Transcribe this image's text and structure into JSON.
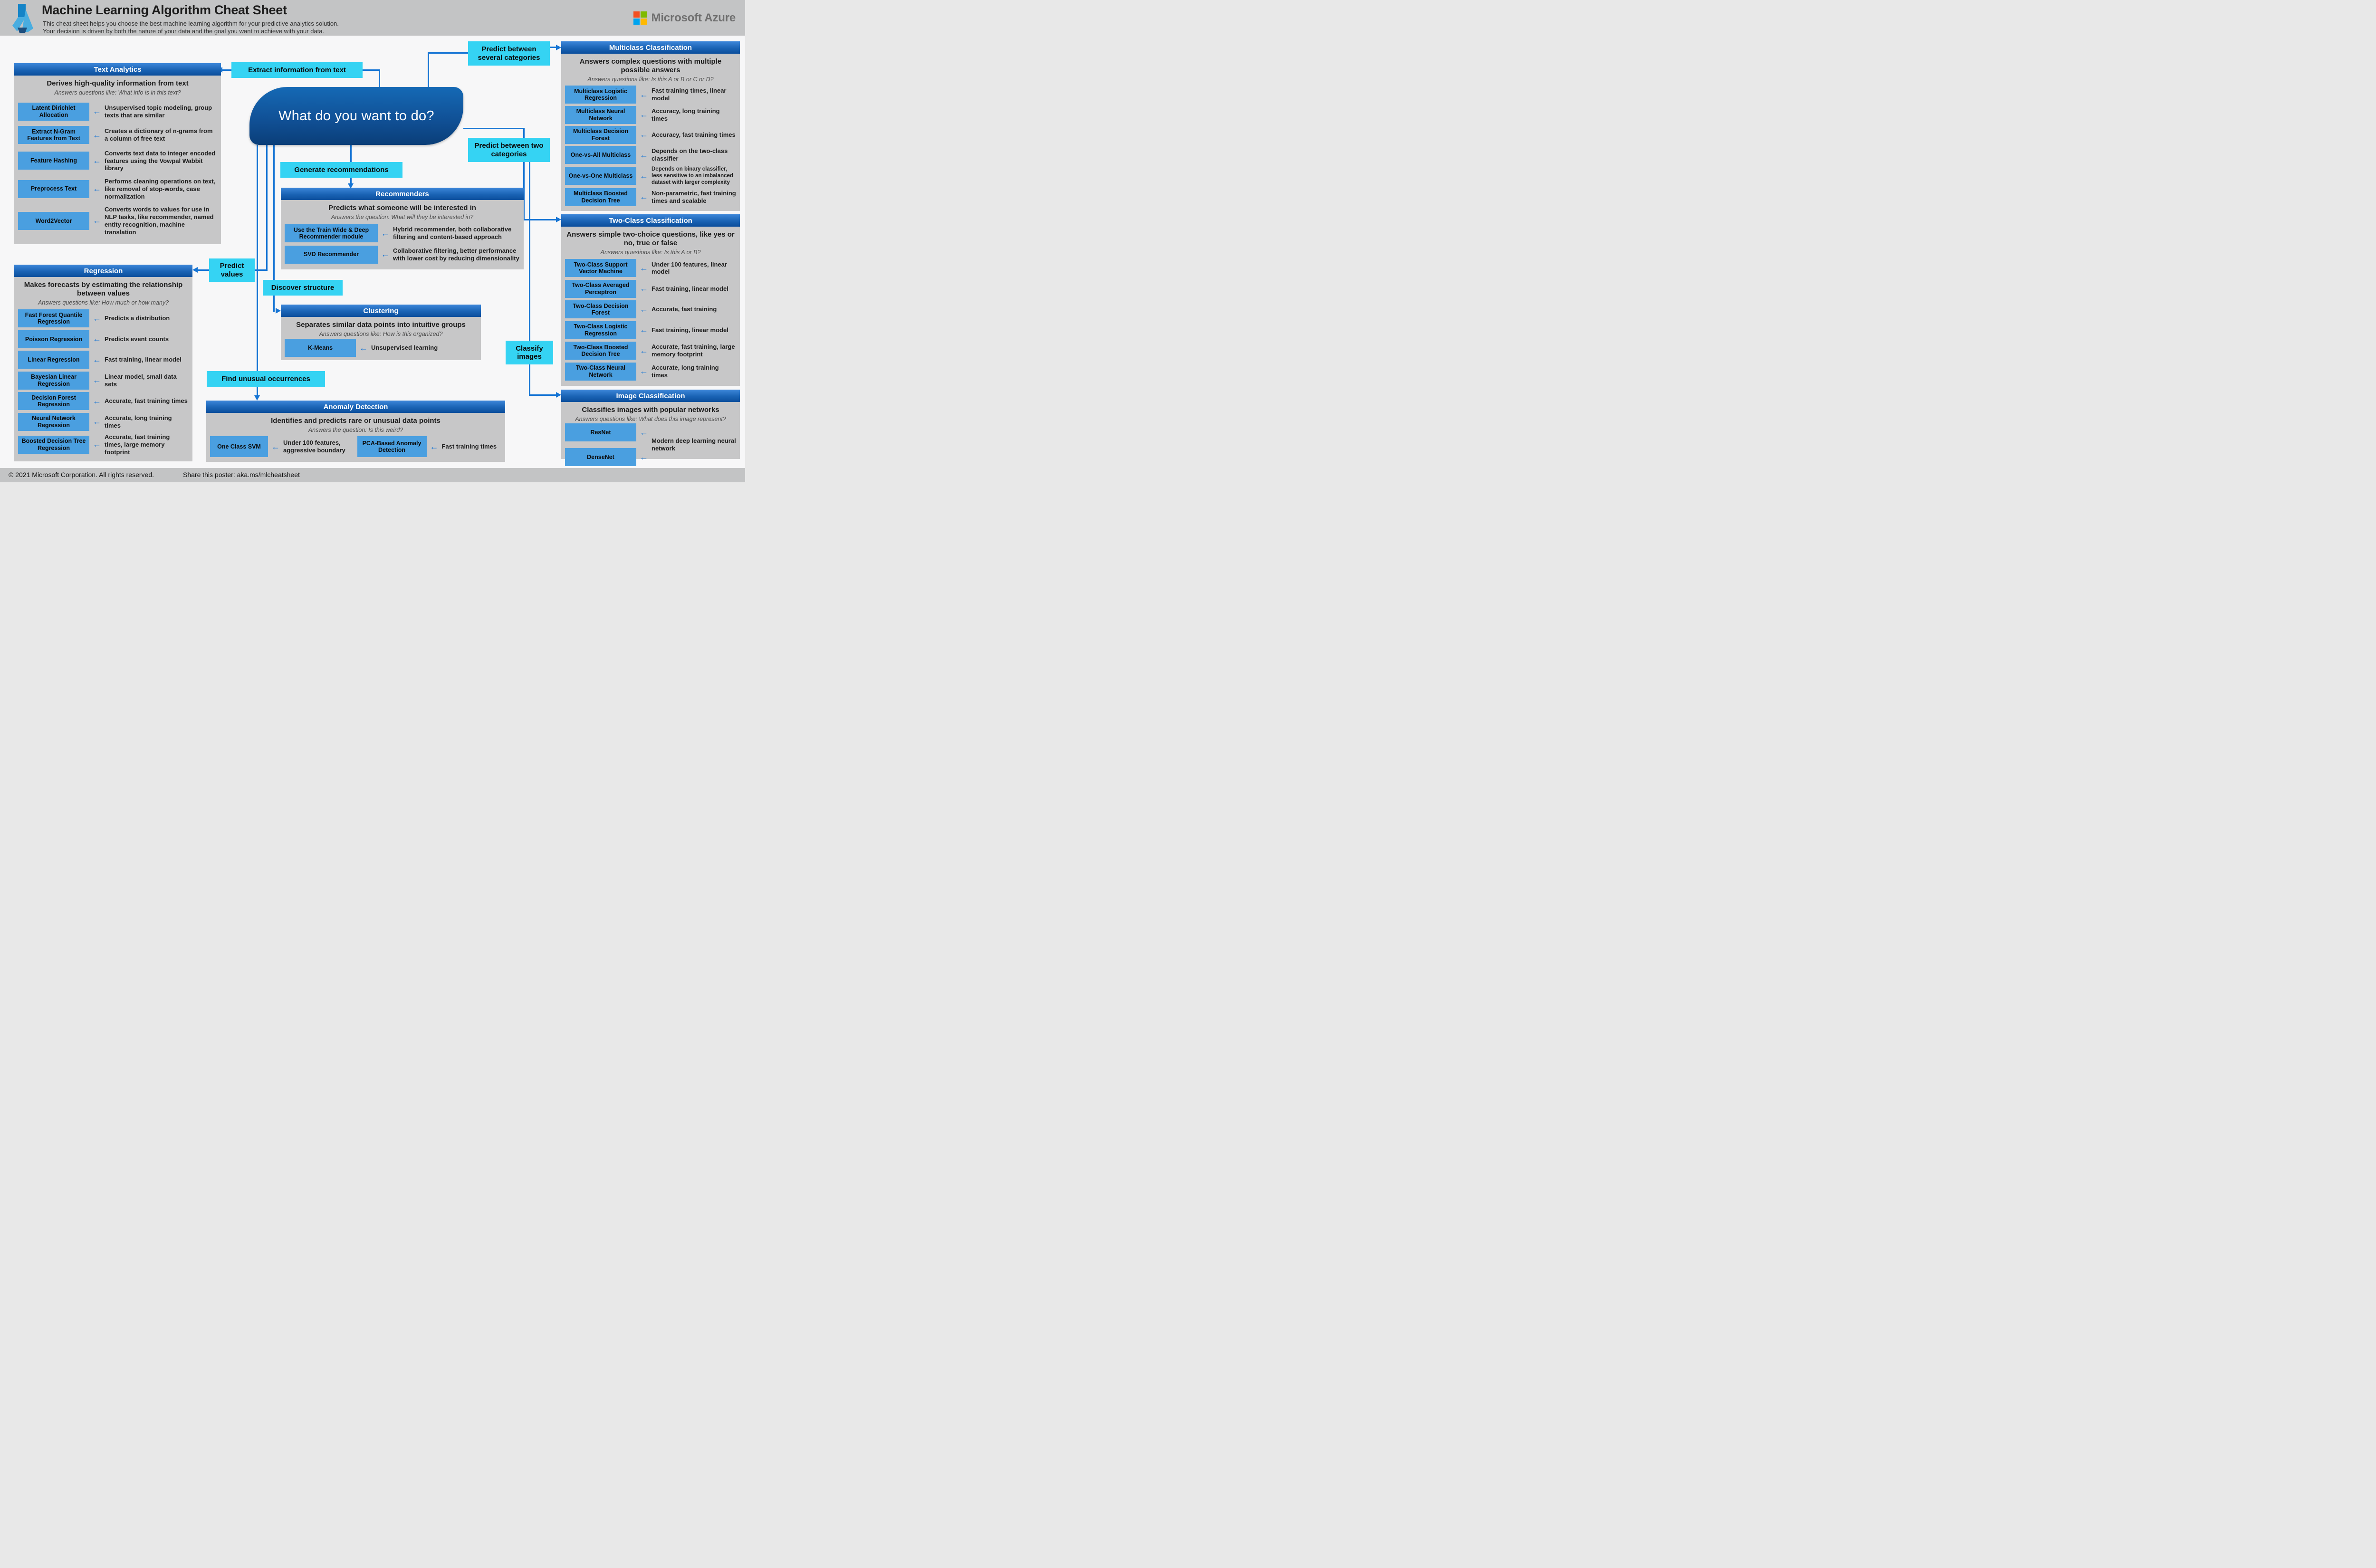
{
  "header": {
    "title": "Machine Learning Algorithm Cheat Sheet",
    "subtitle1": "This cheat sheet helps you choose the best machine learning algorithm for your predictive analytics solution.",
    "subtitle2": "Your decision is driven by both the nature of your data and the goal you want to achieve with your data.",
    "brand": "Microsoft Azure",
    "brand_colors": {
      "red": "#f25022",
      "green": "#7fba00",
      "blue": "#00a4ef",
      "yellow": "#ffb900"
    }
  },
  "center": {
    "question": "What do you want to do?"
  },
  "labels": {
    "extract": "Extract information from text",
    "several": "Predict between several categories",
    "two": "Predict between two categories",
    "generate": "Generate recommendations",
    "values": "Predict values",
    "discover": "Discover structure",
    "unusual": "Find unusual occurrences",
    "classify": "Classify images"
  },
  "colors": {
    "accent_blue": "#1574d4",
    "chip_blue": "#4a9fe0",
    "cyan": "#35d3f3",
    "header_gradient_top": "#3c86d9",
    "header_gradient_bottom": "#0b4e9c"
  },
  "panels": {
    "text_analytics": {
      "title": "Text Analytics",
      "heading": "Derives high-quality information from text",
      "sub": "Answers questions like: What info is in this text?",
      "rows": [
        {
          "algo": "Latent Dirichlet Allocation",
          "desc": "Unsupervised topic modeling, group texts that are similar"
        },
        {
          "algo": "Extract N-Gram Features from Text",
          "desc": "Creates a dictionary of n-grams from a column of free text"
        },
        {
          "algo": "Feature Hashing",
          "desc": "Converts text data to integer encoded features using the Vowpal Wabbit library"
        },
        {
          "algo": "Preprocess Text",
          "desc": "Performs cleaning operations on text, like removal of stop-words, case normalization"
        },
        {
          "algo": "Word2Vector",
          "desc": "Converts words to values for use in NLP tasks, like recommender, named entity recognition, machine translation"
        }
      ]
    },
    "regression": {
      "title": "Regression",
      "heading": "Makes forecasts by estimating the relationship between values",
      "sub": "Answers questions like: How much or how many?",
      "rows": [
        {
          "algo": "Fast Forest Quantile Regression",
          "desc": "Predicts a distribution"
        },
        {
          "algo": "Poisson Regression",
          "desc": "Predicts event counts"
        },
        {
          "algo": "Linear Regression",
          "desc": "Fast training, linear model"
        },
        {
          "algo": "Bayesian Linear Regression",
          "desc": "Linear model, small data sets"
        },
        {
          "algo": "Decision Forest Regression",
          "desc": "Accurate, fast training times"
        },
        {
          "algo": "Neural Network Regression",
          "desc": "Accurate, long training times"
        },
        {
          "algo": "Boosted Decision Tree Regression",
          "desc": "Accurate, fast training times, large memory footprint"
        }
      ]
    },
    "recommenders": {
      "title": "Recommenders",
      "heading": "Predicts what someone will be interested in",
      "sub": "Answers the question: What will they be interested in?",
      "rows": [
        {
          "algo": "Use the Train Wide & Deep Recommender module",
          "desc": "Hybrid recommender, both collaborative filtering and content-based approach"
        },
        {
          "algo": "SVD Recommender",
          "desc": "Collaborative filtering, better performance with lower cost by reducing dimensionality"
        }
      ]
    },
    "clustering": {
      "title": "Clustering",
      "heading": "Separates similar data points into intuitive groups",
      "sub": "Answers questions like: How is this organized?",
      "rows": [
        {
          "algo": "K-Means",
          "desc": "Unsupervised learning"
        }
      ]
    },
    "anomaly": {
      "title": "Anomaly Detection",
      "heading": "Identifies and predicts rare or unusual data points",
      "sub": "Answers the question: Is this weird?",
      "rows": [
        {
          "algo": "One Class SVM",
          "desc": "Under 100 features, aggressive boundary"
        },
        {
          "algo": "PCA-Based Anomaly Detection",
          "desc": "Fast training times"
        }
      ]
    },
    "multiclass": {
      "title": "Multiclass Classification",
      "heading": "Answers complex questions with multiple possible answers",
      "sub": "Answers questions like: Is this A or B or C or D?",
      "rows": [
        {
          "algo": "Multiclass Logistic Regression",
          "desc": "Fast training times, linear model"
        },
        {
          "algo": "Multiclass Neural Network",
          "desc": "Accuracy, long training times"
        },
        {
          "algo": "Multiclass Decision Forest",
          "desc": "Accuracy, fast training times"
        },
        {
          "algo": "One-vs-All Multiclass",
          "desc": "Depends on the two-class classifier"
        },
        {
          "algo": "One-vs-One Multiclass",
          "desc": "Depends on binary classifier, less sensitive to an imbalanced dataset with larger complexity"
        },
        {
          "algo": "Multiclass Boosted Decision Tree",
          "desc": "Non-parametric, fast training times and scalable"
        }
      ]
    },
    "twoclass": {
      "title": "Two-Class Classification",
      "heading": "Answers simple two-choice questions, like yes or no, true or false",
      "sub": "Answers questions like: Is this A or B?",
      "rows": [
        {
          "algo": "Two-Class Support Vector Machine",
          "desc": "Under 100 features, linear model"
        },
        {
          "algo": "Two-Class Averaged Perceptron",
          "desc": "Fast training, linear model"
        },
        {
          "algo": "Two-Class Decision Forest",
          "desc": "Accurate, fast training"
        },
        {
          "algo": "Two-Class Logistic Regression",
          "desc": "Fast training, linear model"
        },
        {
          "algo": "Two-Class Boosted Decision Tree",
          "desc": "Accurate, fast training, large memory footprint"
        },
        {
          "algo": "Two-Class Neural Network",
          "desc": "Accurate, long training times"
        }
      ]
    },
    "image_class": {
      "title": "Image Classification",
      "heading": "Classifies images with popular networks",
      "sub": "Answers questions like: What does this image represent?",
      "chips": [
        "ResNet",
        "DenseNet"
      ],
      "desc": "Modern deep learning neural network"
    }
  },
  "footer": {
    "copyright": "© 2021 Microsoft Corporation. All rights reserved.",
    "share": "Share this poster: aka.ms/mlcheatsheet"
  }
}
